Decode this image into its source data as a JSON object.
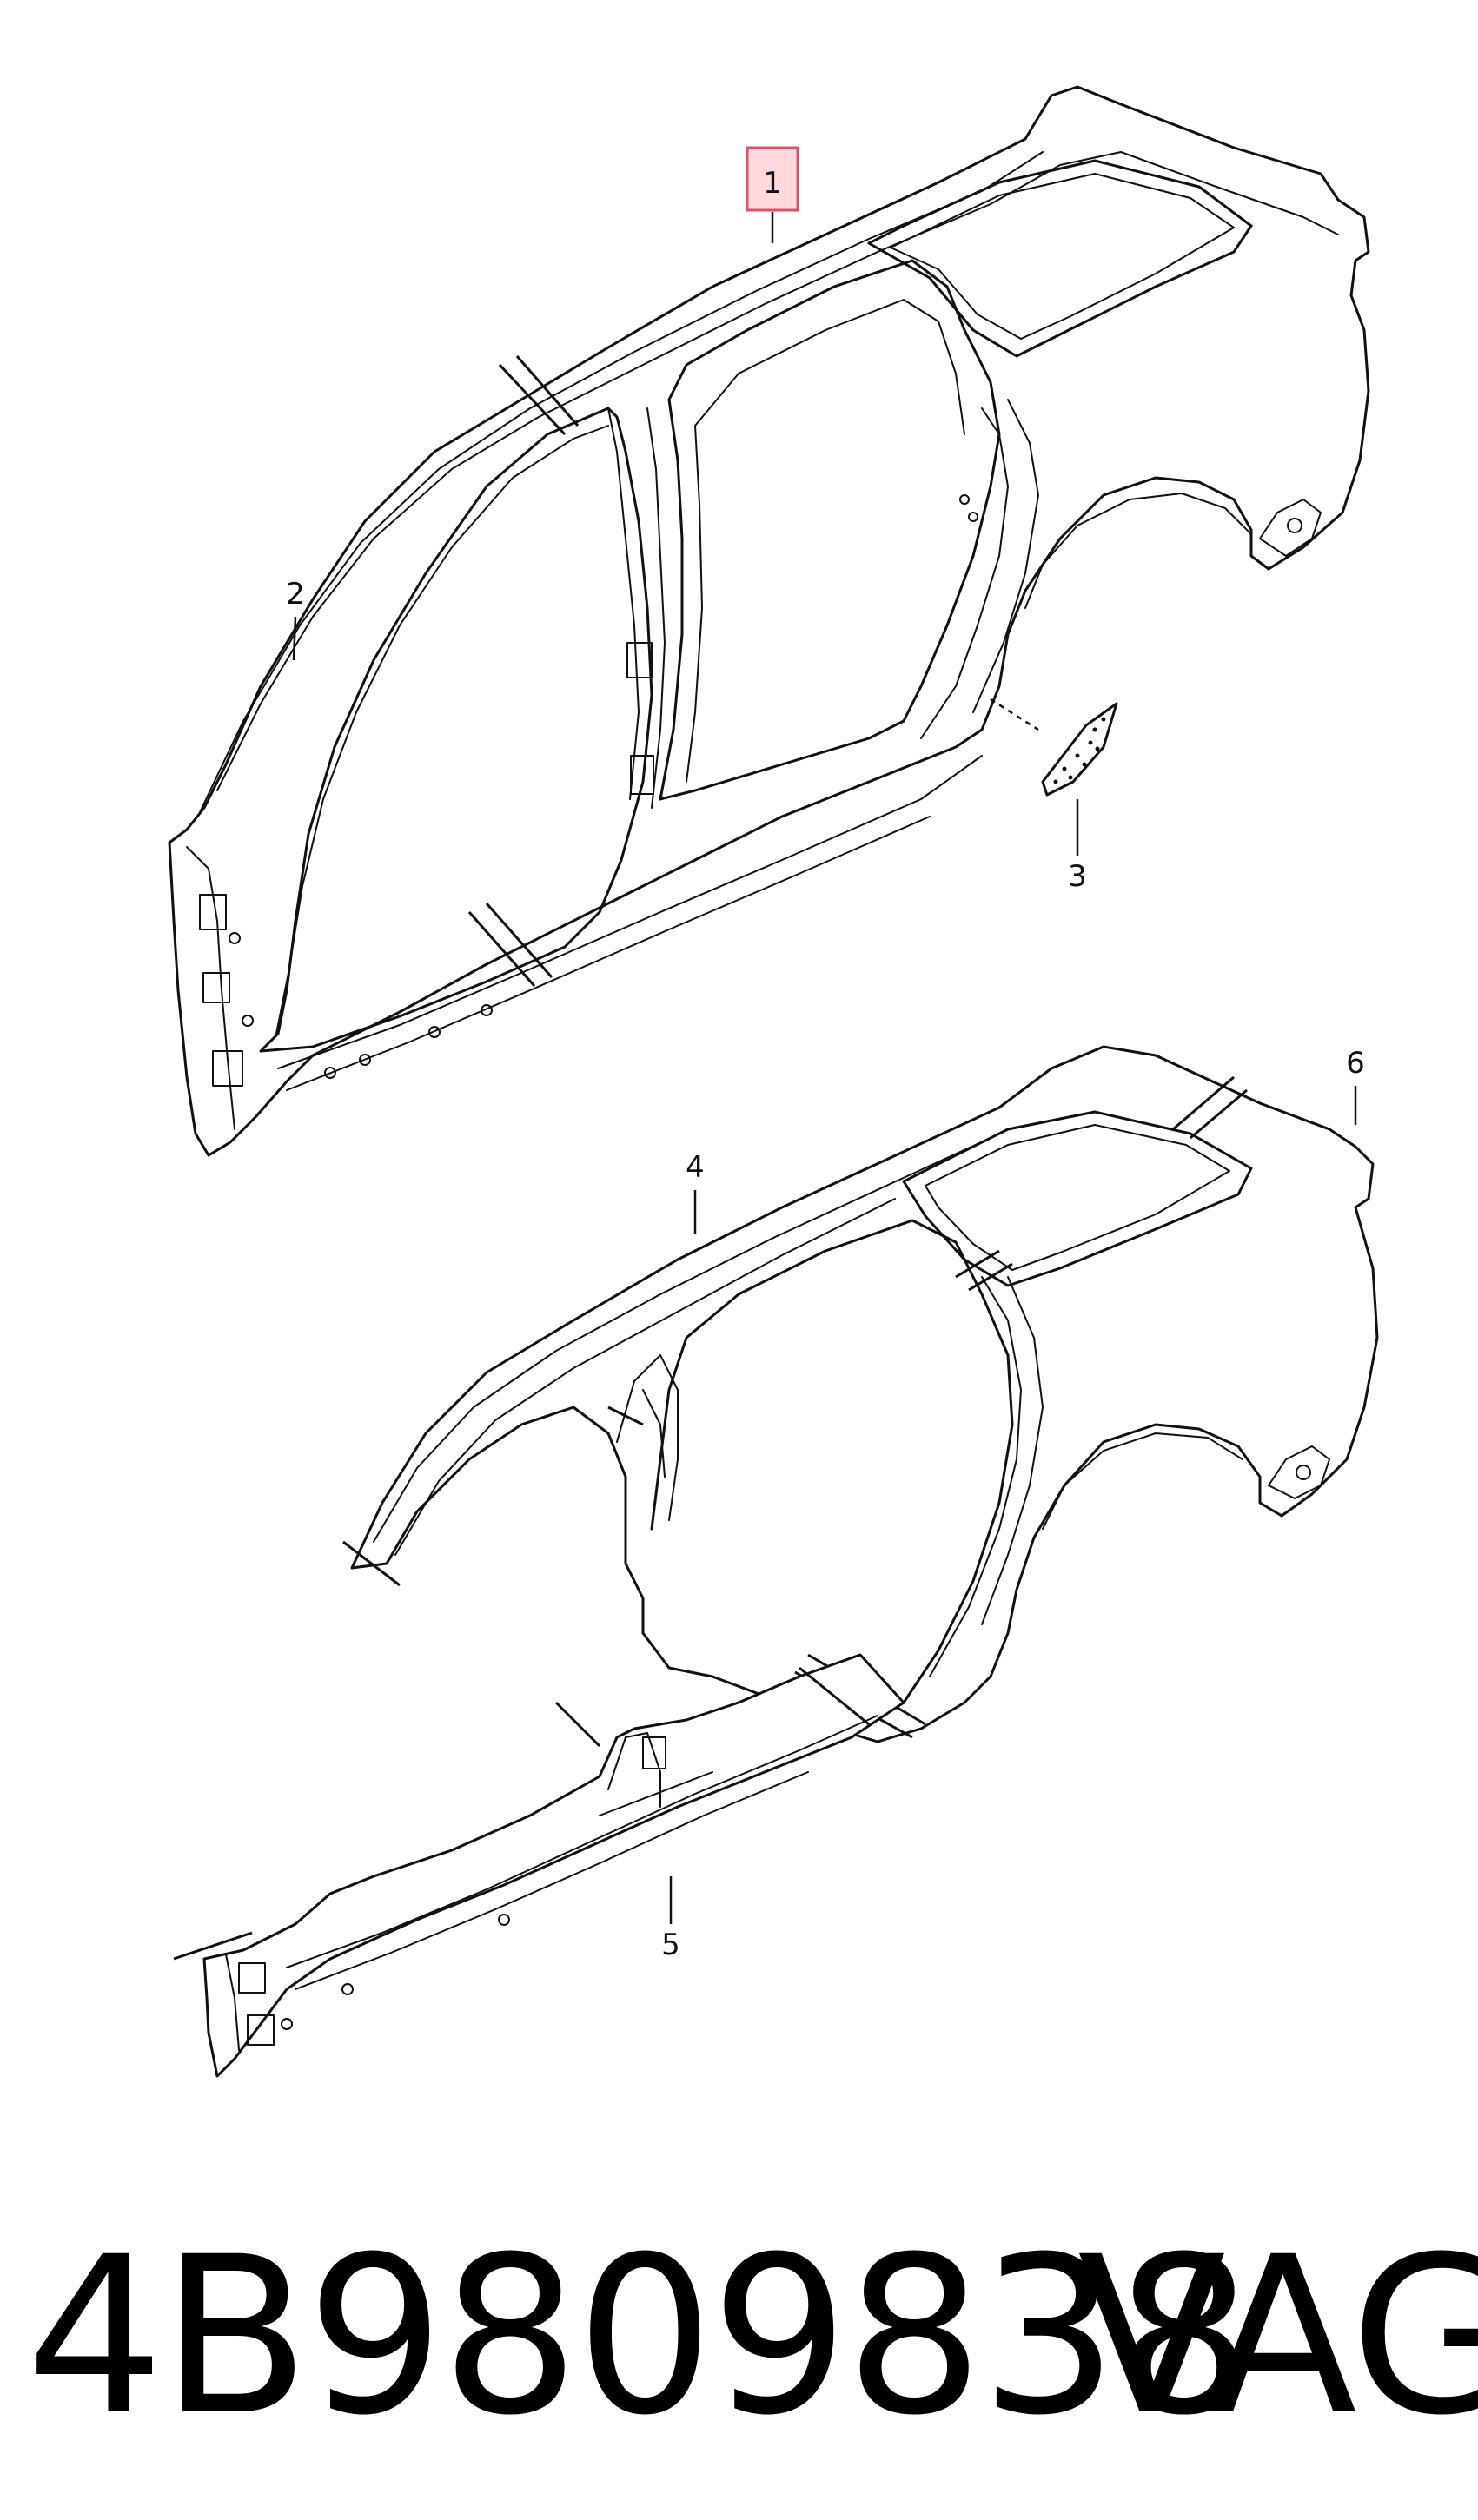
{
  "diagram": {
    "callouts": [
      {
        "id": "1",
        "label": "1",
        "highlighted": true
      },
      {
        "id": "2",
        "label": "2",
        "highlighted": false
      },
      {
        "id": "3",
        "label": "3",
        "highlighted": false
      },
      {
        "id": "4",
        "label": "4",
        "highlighted": false
      },
      {
        "id": "5",
        "label": "5",
        "highlighted": false
      },
      {
        "id": "6",
        "label": "6",
        "highlighted": false
      }
    ],
    "highlight_color": "#ffd9dd",
    "highlight_border": "#e0506a"
  },
  "footer": {
    "part_number": "4B9809838",
    "brand": "VAG"
  }
}
